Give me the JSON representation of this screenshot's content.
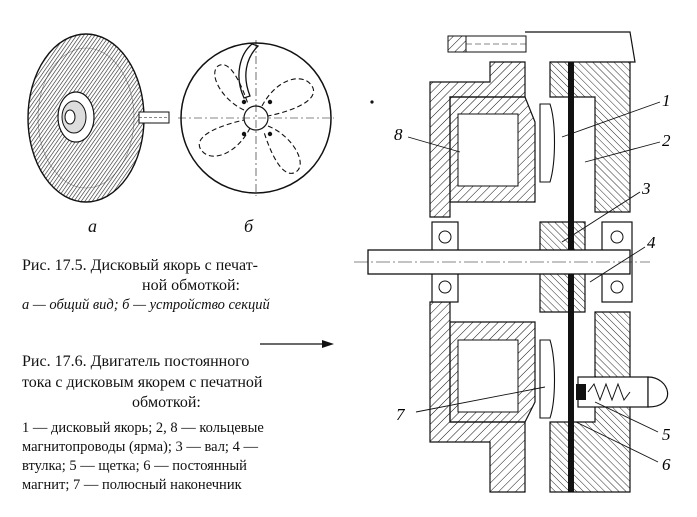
{
  "fig1": {
    "label_a": "а",
    "label_b": "б",
    "caption_title_line1": "Рис. 17.5. Дисковый якорь с печат-",
    "caption_title_line2": "ной обмоткой:",
    "caption_parts": "а — общий вид; б — устройство секций"
  },
  "fig2": {
    "caption_title_line1": "Рис. 17.6. Двигатель постоянного",
    "caption_title_line2": "тока с дисковым якорем с печатной",
    "caption_title_line3": "обмоткой:",
    "legend_line1": "1 — дисковый якорь; 2, 8 — кольцевые",
    "legend_line2": "магнитопроводы (ярма); 3 — вал; 4 —",
    "legend_line3": "втулка; 5 — щетка; 6 — постоянный",
    "legend_line4": "магнит; 7 — полюсный наконечник",
    "callouts": [
      "1",
      "2",
      "3",
      "4",
      "5",
      "6",
      "7",
      "8"
    ]
  }
}
